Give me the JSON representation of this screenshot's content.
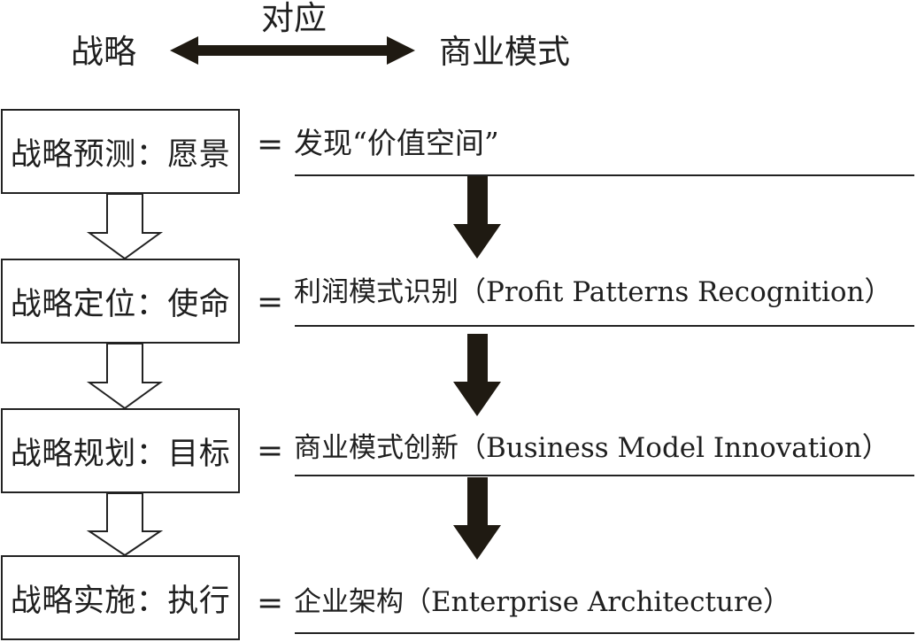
{
  "header": {
    "left_label": "战略",
    "right_label": "商业模式",
    "relation_label": "对应"
  },
  "stages": [
    {
      "label": "战略预测：愿景",
      "equals": "=",
      "result": "发现“价值空间”"
    },
    {
      "label": "战略定位：使命",
      "equals": "=",
      "result": "利润模式识别（Profit Patterns Recognition）"
    },
    {
      "label": "战略规划：目标",
      "equals": "=",
      "result": "商业模式创新（Business Model Innovation）"
    },
    {
      "label": "战略实施：执行",
      "equals": "=",
      "result": "企业架构（Enterprise Architecture）"
    }
  ],
  "colors": {
    "arrow_dark": "#1f1a12",
    "stroke": "#222222",
    "background": "#ffffff"
  }
}
